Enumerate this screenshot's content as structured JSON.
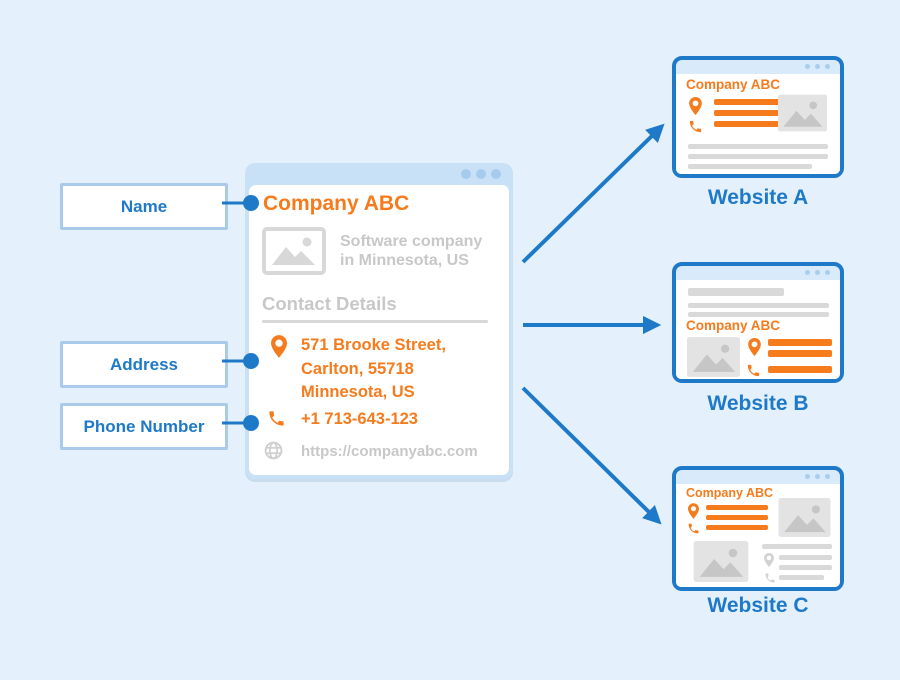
{
  "colors": {
    "background": "#e4f1fc",
    "primary_blue": "#1e7ac8",
    "accent_orange": "#f67b1d",
    "muted_gray": "#c8c8c8"
  },
  "field_labels": {
    "name": "Name",
    "address": "Address",
    "phone": "Phone Number"
  },
  "listing_card": {
    "company_name": "Company ABC",
    "description": {
      "line1": "Software company",
      "line2": "in Minnesota, US"
    },
    "section_title": "Contact Details",
    "address": {
      "line1": "571 Brooke Street,",
      "line2": "Carlton, 55718",
      "line3": "Minnesota, US"
    },
    "phone": "+1 713-643-123",
    "website_url": "https://companyabc.com",
    "icons": {
      "logo": "image-placeholder-icon",
      "address": "location-pin-icon",
      "phone": "phone-icon",
      "website": "globe-icon"
    }
  },
  "websites": [
    {
      "company_name": "Company ABC",
      "caption": "Website A"
    },
    {
      "company_name": "Company ABC",
      "caption": "Website B"
    },
    {
      "company_name": "Company ABC",
      "caption": "Website C"
    }
  ]
}
